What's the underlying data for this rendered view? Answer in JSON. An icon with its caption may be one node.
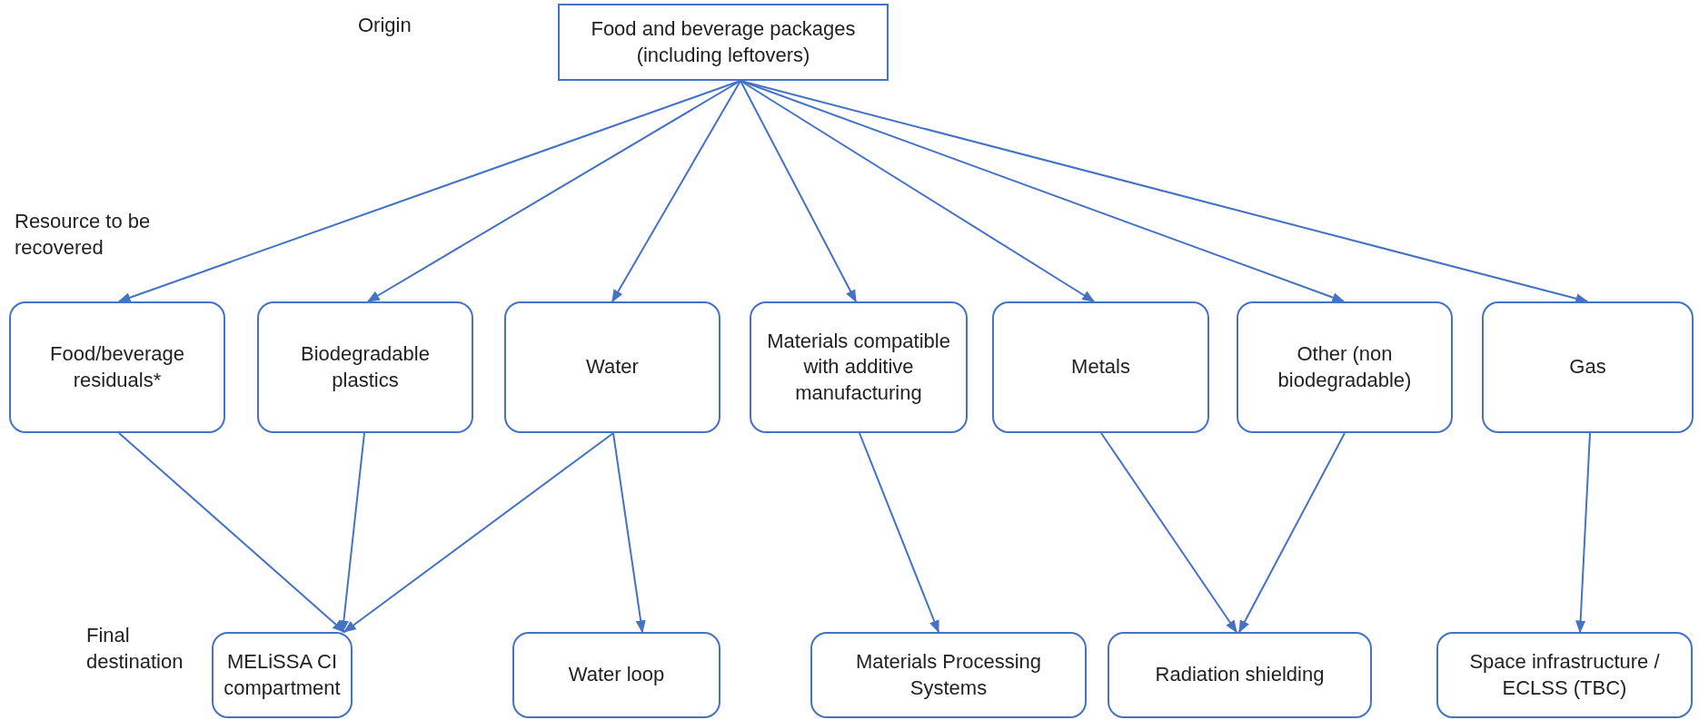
{
  "diagram": {
    "nodes": [
      {
        "text": [
          "Food and beverage packages (including leftovers)"
        ]
      },
      {
        "text": [
          "Food/beverage residuals*"
        ]
      },
      {
        "text": [
          "Biodegradable plastics"
        ]
      },
      {
        "text": [
          "Water"
        ]
      },
      {
        "text": [
          "Materials compatible with additive manufacturing"
        ]
      },
      {
        "text": [
          "Metals"
        ]
      },
      {
        "text": [
          "Other (non biodegradable)"
        ]
      },
      {
        "text": [
          "Gas"
        ]
      },
      {
        "text": [
          "MELiSSA CI compartment"
        ]
      },
      {
        "text": [
          "Water loop"
        ]
      },
      {
        "text": [
          "Materials Processing Systems"
        ]
      },
      {
        "text": [
          "Radiation shielding"
        ]
      },
      {
        "text": [
          "Space infrastructure / ECLSS (TBC)"
        ]
      }
    ],
    "edges": [
      {
        "from": 0,
        "to": 1,
        "arrow": "to"
      },
      {
        "from": 0,
        "to": 2,
        "arrow": "to"
      },
      {
        "from": 0,
        "to": 3,
        "arrow": "to"
      },
      {
        "from": 0,
        "to": 4,
        "arrow": "to"
      },
      {
        "from": 0,
        "to": 5,
        "arrow": "to"
      },
      {
        "from": 0,
        "to": 6,
        "arrow": "to"
      },
      {
        "from": 0,
        "to": 7,
        "arrow": "to"
      },
      {
        "from": 1,
        "to": 8,
        "arrow": "to"
      },
      {
        "from": 2,
        "to": 8,
        "arrow": "to"
      },
      {
        "from": 3,
        "to": 8,
        "arrow": "to"
      },
      {
        "from": 3,
        "to": 9,
        "arrow": "to"
      },
      {
        "from": 4,
        "to": 10,
        "arrow": "to"
      },
      {
        "from": 5,
        "to": 11,
        "arrow": "to"
      },
      {
        "from": 6,
        "to": 11,
        "arrow": "to"
      },
      {
        "from": 7,
        "to": 12,
        "arrow": "to"
      }
    ],
    "labels": [
      "Origin",
      "Resource to be recovered",
      "Final destination"
    ]
  }
}
